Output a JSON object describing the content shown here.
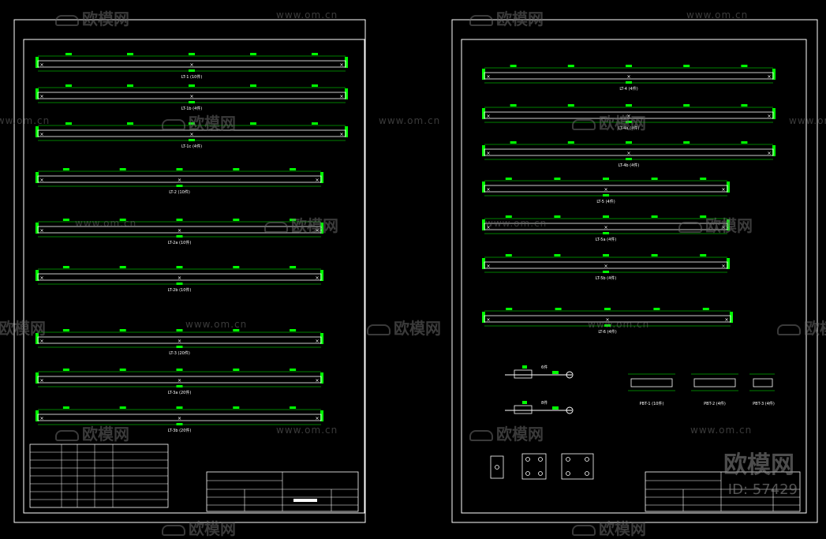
{
  "watermark": {
    "brand_cn": "欧模网",
    "url": "www.om.cn",
    "id_text": "ID: 57429",
    "big_brand": "欧模网"
  },
  "colors": {
    "background": "#000000",
    "frame": "#ffffff",
    "beam_label": "#ffffff",
    "dimension": "#00ff00",
    "note_text": "#00ff00"
  },
  "sheet_left": {
    "beams": [
      {
        "label": "LT-1 (10件)"
      },
      {
        "label": "LT-1b (4件)"
      },
      {
        "label": "LT-1c (4件)"
      },
      {
        "label": "LT-2 (10件)"
      },
      {
        "label": "LT-2a (10件)"
      },
      {
        "label": "LT-2b (10件)"
      },
      {
        "label": "LT-3 (20件)"
      },
      {
        "label": "LT-3a (20件)"
      },
      {
        "label": "LT-3b (20件)"
      }
    ],
    "table_title": "",
    "table_rows": [
      [
        "",
        "",
        "",
        "",
        ""
      ],
      [
        "",
        "",
        "",
        "",
        ""
      ],
      [
        "",
        "",
        "",
        "",
        ""
      ],
      [
        "",
        "",
        "",
        "",
        ""
      ],
      [
        "",
        "",
        "",
        "",
        ""
      ],
      [
        "",
        "",
        "",
        "",
        ""
      ],
      [
        "",
        "",
        "",
        "",
        ""
      ],
      [
        "",
        "",
        "",
        "",
        ""
      ]
    ],
    "notes": [
      "",
      ""
    ]
  },
  "sheet_right": {
    "beams": [
      {
        "label": "LT-4 (4件)"
      },
      {
        "label": "LT-4a (4件)"
      },
      {
        "label": "LT-4b (4件)"
      },
      {
        "label": "LT-5 (4件)"
      },
      {
        "label": "LT-5a (4件)"
      },
      {
        "label": "LT-5b (4件)"
      },
      {
        "label": "LT-6 (4件)"
      }
    ],
    "rods": [
      {
        "label": "",
        "count": "6件"
      },
      {
        "label": "",
        "count": "8件"
      }
    ],
    "rod_caption": "",
    "pieces": [
      {
        "label": "PBT-1 (10件)"
      },
      {
        "label": "PBT-2 (4件)"
      },
      {
        "label": "PBT-3 (4件)"
      }
    ],
    "plates": [
      {
        "label": ""
      },
      {
        "label": ""
      },
      {
        "label": ""
      }
    ],
    "notes": [
      "",
      "",
      ""
    ]
  }
}
